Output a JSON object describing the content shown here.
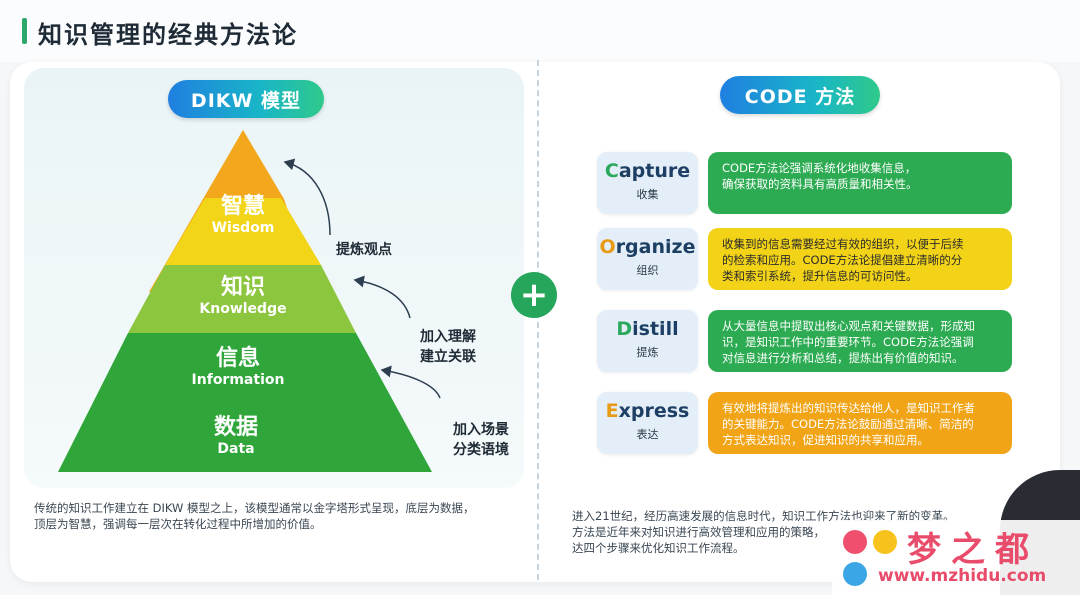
{
  "page_title": "知识管理的经典方法论",
  "dikw": {
    "pill": "DIKW 模型",
    "levels": [
      {
        "zh": "智慧",
        "en": "Wisdom",
        "color": "#f3a71c"
      },
      {
        "zh": "知识",
        "en": "Knowledge",
        "color": "#f2d418"
      },
      {
        "zh": "信息",
        "en": "Information",
        "color": "#8cc63f"
      },
      {
        "zh": "数据",
        "en": "Data",
        "color": "#2fa53a"
      }
    ],
    "notes": {
      "n1": "提炼观点",
      "n2_l1": "加入理解",
      "n2_l2": "建立关联",
      "n3_l1": "加入场景",
      "n3_l2": "分类语境"
    },
    "bottom_l1": "传统的知识工作建立在 DIKW 模型之上，该模型通常以金字塔形式呈现，底层为数据，",
    "bottom_l2": "顶层为智慧，强调每一层次在转化过程中所增加的价值。"
  },
  "plus_symbol": "+",
  "code": {
    "pill": "CODE 方法",
    "items": [
      {
        "first": "C",
        "rest": "apture",
        "sub": "收集",
        "desc_l1": "CODE方法论强调系统化地收集信息，",
        "desc_l2": "确保获取的资料具有高质量和相关性。",
        "desc_l3": ""
      },
      {
        "first": "O",
        "rest": "rganize",
        "sub": "组织",
        "desc_l1": "收集到的信息需要经过有效的组织，以便于后续",
        "desc_l2": "的检索和应用。CODE方法论提倡建立清晰的分",
        "desc_l3": "类和索引系统，提升信息的可访问性。"
      },
      {
        "first": "D",
        "rest": "istill",
        "sub": "提炼",
        "desc_l1": "从大量信息中提取出核心观点和关键数据，形成知",
        "desc_l2": "识，是知识工作中的重要环节。CODE方法论强调",
        "desc_l3": "对信息进行分析和总结，提炼出有价值的知识。"
      },
      {
        "first": "E",
        "rest": "xpress",
        "sub": "表达",
        "desc_l1": "有效地将提炼出的知识传达给他人，是知识工作者",
        "desc_l2": "的关键能力。CODE方法论鼓励通过清晰、简洁的",
        "desc_l3": "方式表达知识，促进知识的共享和应用。"
      }
    ],
    "bottom_l1": "进入21世纪，经历高速发展的信息时代，知识工作方法也迎来了新的变革。",
    "bottom_l2": "方法是近年来对知识进行高效管理和应用的策略，",
    "bottom_l3": "达四个步骤来优化知识工作流程。"
  },
  "watermark": {
    "title": "梦之都",
    "url": "www.mzhidu.com"
  }
}
